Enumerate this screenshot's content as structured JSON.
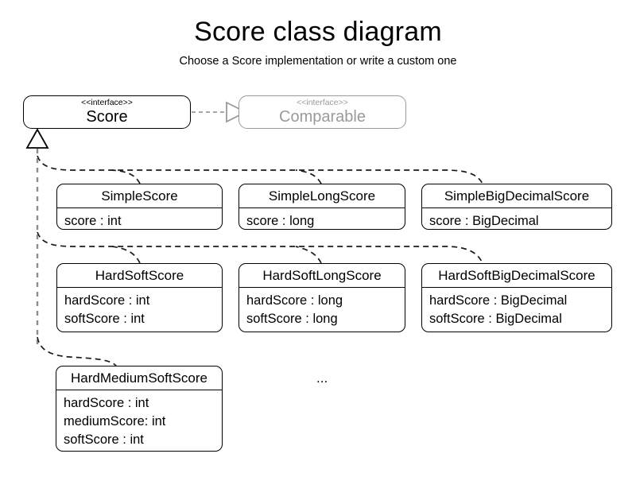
{
  "diagram": {
    "title": "Score class diagram",
    "subtitle": "Choose a Score implementation or write a custom one",
    "ellipsis": "...",
    "colors": {
      "line": "#000000",
      "muted": "#9a9a9a",
      "trunk": "#8c8c8c",
      "background": "#ffffff"
    },
    "interfaces": [
      {
        "id": "score",
        "stereotype": "<<interface>>",
        "name": "Score",
        "muted": false
      },
      {
        "id": "comparable",
        "stereotype": "<<interface>>",
        "name": "Comparable",
        "muted": true
      }
    ],
    "classes": [
      {
        "id": "simple-score",
        "name": "SimpleScore",
        "attributes": [
          "score : int"
        ]
      },
      {
        "id": "simple-long-score",
        "name": "SimpleLongScore",
        "attributes": [
          "score : long"
        ]
      },
      {
        "id": "simple-big-decimal-score",
        "name": "SimpleBigDecimalScore",
        "attributes": [
          "score : BigDecimal"
        ]
      },
      {
        "id": "hard-soft-score",
        "name": "HardSoftScore",
        "attributes": [
          "hardScore : int",
          "softScore : int"
        ]
      },
      {
        "id": "hard-soft-long-score",
        "name": "HardSoftLongScore",
        "attributes": [
          "hardScore : long",
          "softScore : long"
        ]
      },
      {
        "id": "hard-soft-big-decimal-score",
        "name": "HardSoftBigDecimalScore",
        "attributes": [
          "hardScore : BigDecimal",
          "softScore : BigDecimal"
        ]
      },
      {
        "id": "hard-medium-soft-score",
        "name": "HardMediumSoftScore",
        "attributes": [
          "hardScore : int",
          "mediumScore: int",
          "softScore : int"
        ]
      }
    ],
    "relations": [
      {
        "id": "score-realizes-comparable",
        "type": "realization",
        "from": "Score",
        "to": "Comparable",
        "style": "dashed",
        "arrowhead": "hollow-triangle"
      },
      {
        "id": "implementations-generalize-score",
        "type": "generalization",
        "from": "Score implementations",
        "to": "Score",
        "style": "dashed",
        "arrowhead": "hollow-triangle"
      }
    ]
  }
}
